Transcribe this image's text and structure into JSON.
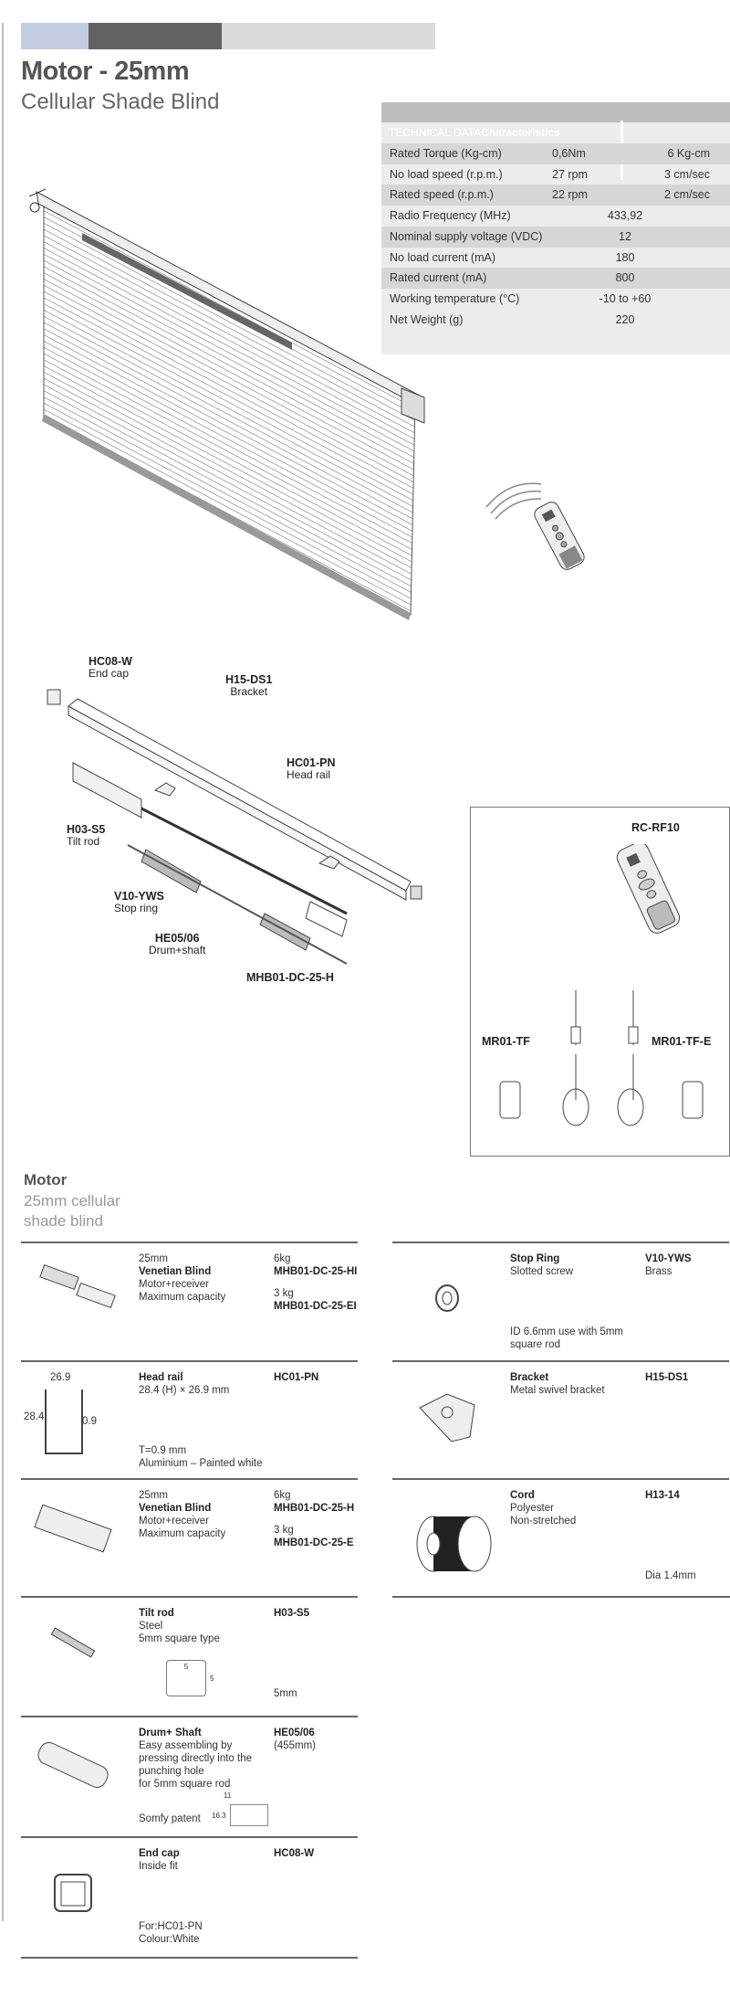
{
  "header": {
    "bar_colors": [
      "#c4cce2",
      "#636363",
      "#d9d9d9"
    ],
    "title": "Motor - 25mm",
    "subtitle": "Cellular Shade Blind"
  },
  "technical": {
    "caption_light": "TECHNICAL DATA",
    "caption_bold": "Characteristics",
    "rows": [
      {
        "label": "Rated Torque (Kg-cm)",
        "v1": "0,6Nm",
        "v2": "6 Kg-cm"
      },
      {
        "label": "No load speed (r.p.m.)",
        "v1": "27 rpm",
        "v2": "3 cm/sec"
      },
      {
        "label": "Rated speed (r.p.m.)",
        "v1": "22 rpm",
        "v2": "2 cm/sec"
      },
      {
        "label": "Radio Frequency (MHz)",
        "v": "433,92"
      },
      {
        "label": "Nominal supply voltage (VDC)",
        "v": "12"
      },
      {
        "label": "No load current (mA)",
        "v": "180"
      },
      {
        "label": "Rated current (mA)",
        "v": "800"
      },
      {
        "label": "Working temperature (°C)",
        "v": "-10 to +60"
      },
      {
        "label": "Net Weight (g)",
        "v": "220"
      }
    ]
  },
  "diagram": {
    "end_cap": {
      "code": "HC08-W",
      "name": "End cap"
    },
    "bracket": {
      "code": "H15-DS1",
      "name": "Bracket"
    },
    "head_rail": {
      "code": "HC01-PN",
      "name": "Head rail"
    },
    "tilt_rod": {
      "code": "H03-S5",
      "name": "Tilt rod"
    },
    "stop_ring": {
      "code": "V10-YWS",
      "name": "Stop ring"
    },
    "drum": {
      "code": "HE05/06",
      "name": "Drum+shaft"
    },
    "motor": {
      "code": "MHB01-DC-25-H"
    },
    "remote": {
      "code": "RC-RF10"
    },
    "receiver_us": {
      "code": "MR01-TF"
    },
    "receiver_eu": {
      "code": "MR01-TF-E"
    }
  },
  "parts_section": {
    "title": "Motor",
    "subtitle_1": "25mm cellular",
    "subtitle_2": "shade blind"
  },
  "parts_left": [
    {
      "desc": [
        "25mm"
      ],
      "name": "Venetian Blind",
      "desc2": [
        "Motor+receiver",
        "Maximum capacity"
      ],
      "codes": [
        {
          "w": "6kg",
          "c": "MHB01-DC-25-HI"
        },
        {
          "w": "3 kg",
          "c": "MHB01-DC-25-EI"
        }
      ]
    },
    {
      "name": "Head rail",
      "desc2": [
        "28.4 (H) × 26.9 mm"
      ],
      "code": "HC01-PN",
      "foot": [
        "T=0.9 mm",
        "Aluminium – Painted white"
      ],
      "dims": [
        "26.9",
        "28.4",
        "0.9"
      ]
    },
    {
      "desc": [
        "25mm"
      ],
      "name": "Venetian Blind",
      "desc2": [
        "Motor+receiver",
        "Maximum capacity"
      ],
      "codes": [
        {
          "w": "6kg",
          "c": "MHB01-DC-25-H"
        },
        {
          "w": "3 kg",
          "c": "MHB01-DC-25-E"
        }
      ]
    },
    {
      "name": "Tilt rod",
      "desc2": [
        "Steel",
        "5mm square type"
      ],
      "code": "H03-S5",
      "code_foot": "5mm",
      "dims": [
        "5",
        "5"
      ]
    },
    {
      "name": "Drum+ Shaft",
      "desc2": [
        "Easy assembling by",
        "pressing directly into the",
        "punching hole",
        "for 5mm square rod"
      ],
      "code": "HE05/06",
      "code2": "(455mm)",
      "foot": [
        "Somfy patent"
      ],
      "dims": [
        "11",
        "16.3"
      ]
    },
    {
      "name": "End cap",
      "desc2": [
        "Inside fit"
      ],
      "code": "HC08-W",
      "foot": [
        "For:HC01-PN",
        "Colour:White"
      ]
    }
  ],
  "parts_right": [
    {
      "name": "Stop Ring",
      "desc2": [
        "Slotted screw"
      ],
      "code": "V10-YWS",
      "code2": "Brass",
      "foot": [
        "ID 6.6mm use with 5mm",
        "square rod"
      ]
    },
    {
      "name": "Bracket",
      "desc2": [
        "Metal swivel bracket"
      ],
      "code": "H15-DS1"
    },
    {
      "name": "Cord",
      "desc2": [
        "Polyester",
        "Non-stretched"
      ],
      "code": "H13-14",
      "code_foot": "Dia 1.4mm"
    }
  ]
}
